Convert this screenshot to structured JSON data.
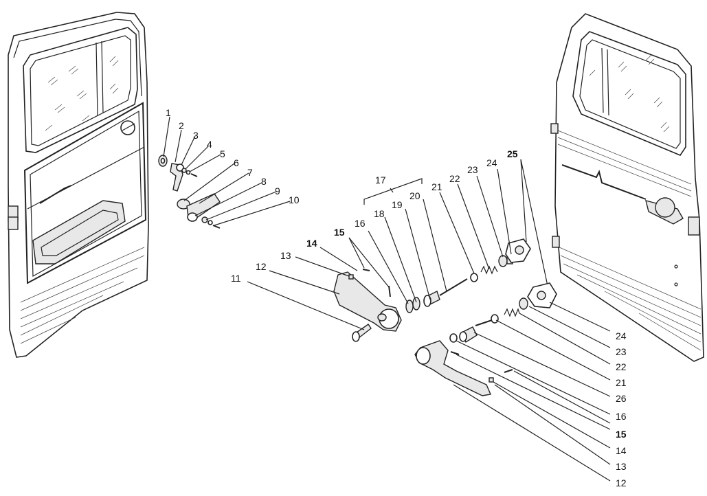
{
  "labels": {
    "l1": "1",
    "l2": "2",
    "l3": "3",
    "l4": "4",
    "l5": "5",
    "l6": "6",
    "l7": "7",
    "l8": "8",
    "l9": "9",
    "l10": "10",
    "l11": "11",
    "l12a": "12",
    "l13a": "13",
    "l14a": "14",
    "l15a": "15",
    "l16a": "16",
    "l17": "17",
    "l18": "18",
    "l19": "19",
    "l20": "20",
    "l21a": "21",
    "l22a": "22",
    "l23a": "23",
    "l24a": "24",
    "l25": "25",
    "l24b": "24",
    "l23b": "23",
    "l22b": "22",
    "l21b": "21",
    "l26": "26",
    "l16b": "16",
    "l15b": "15",
    "l14b": "14",
    "l13b": "13",
    "l12b": "12"
  }
}
